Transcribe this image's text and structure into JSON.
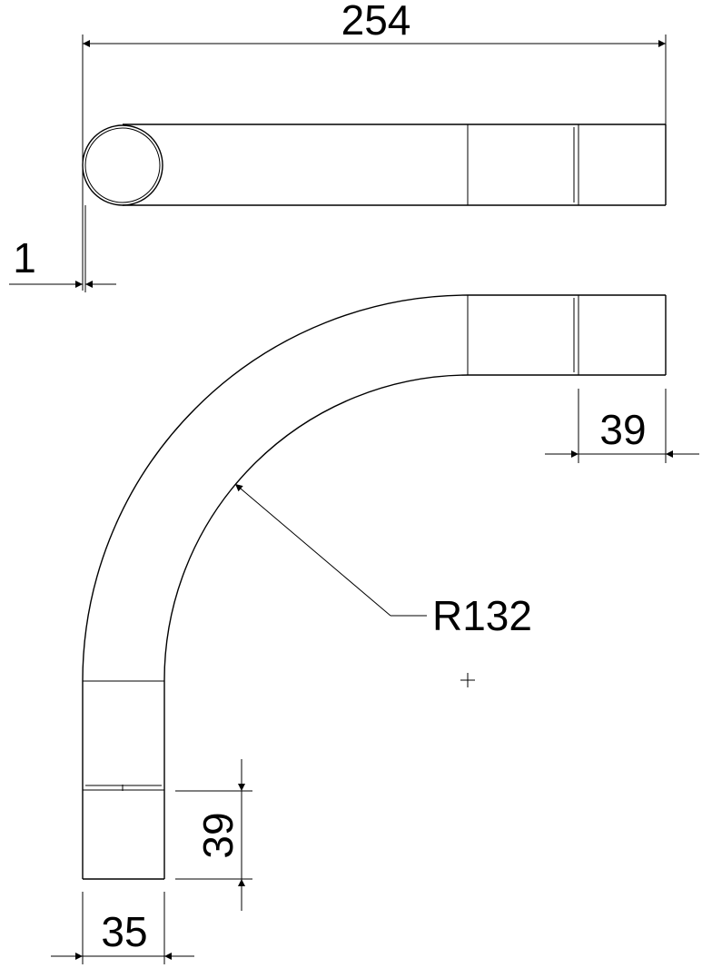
{
  "dimensions": {
    "overall_length": "254",
    "wall_thickness": "1",
    "socket_length_horizontal": "39",
    "bend_radius": "R132",
    "socket_length_vertical": "39",
    "outer_diameter": "35"
  },
  "colors": {
    "line": "#000000",
    "background": "#ffffff"
  }
}
